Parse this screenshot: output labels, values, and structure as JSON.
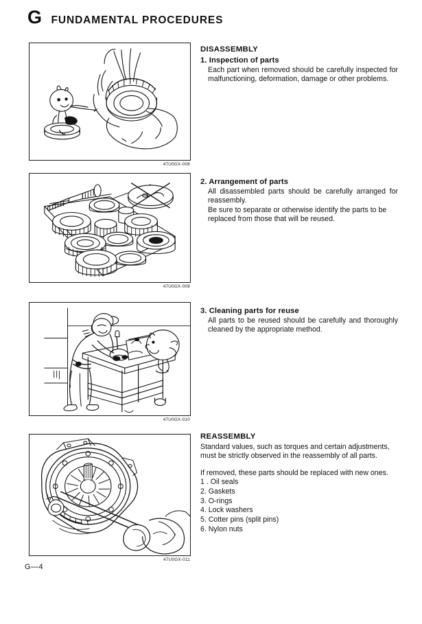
{
  "header": {
    "section_letter": "G",
    "title": "FUNDAMENTAL PROCEDURES"
  },
  "figures": [
    {
      "name": "inspection-of-parts-illustration",
      "caption": "47U0GX-008",
      "alt": "Hands holding and inspecting a tapered roller bearing, with a cartoon mascot character pointing at a bearing on a stand"
    },
    {
      "name": "arrangement-of-parts-illustration",
      "caption": "47U0GX-009",
      "alt": "Transmission gears, bearings and shaft laid out in order on a flat tray, next to a crossed-out parts dish"
    },
    {
      "name": "cleaning-parts-illustration",
      "caption": "47U0GX-010",
      "alt": "Technician bent over a workbench cleaning parts in a parts washer, with a cartoon mascot watching"
    },
    {
      "name": "reassembly-illustration",
      "caption": "47U0GX-011",
      "alt": "Hand using a torque wrench on a clutch pressure plate mounted to a transmission bellhousing"
    }
  ],
  "sections": [
    {
      "heading": "DISASSEMBLY",
      "subheading": "1. Inspection of parts",
      "body": "Each part when removed should be carefully inspected for malfunctioning, deformation, damage or other problems."
    },
    {
      "heading": "",
      "subheading": "2. Arrangement of parts",
      "body": "All disassembled parts should be carefully arranged for reassembly.",
      "body2": "Be sure to separate or otherwise identify the parts to be replaced from those that will be reused."
    },
    {
      "heading": "",
      "subheading": "3. Cleaning parts for reuse",
      "body": "All parts to be reused should be carefully and thoroughly cleaned by the appropriate method."
    },
    {
      "heading": "REASSEMBLY",
      "subheading": "",
      "body": "Standard values, such as torques and certain adjustments, must be strictly observed in the reassembly of all parts.",
      "body2": "If removed, these parts should be replaced with new ones.",
      "list": [
        "1 . Oil seals",
        "2. Gaskets",
        "3. O-rings",
        "4. Lock washers",
        "5. Cotter pins (split pins)",
        "6. Nylon nuts"
      ]
    }
  ],
  "footer": {
    "page_number": "G—4"
  },
  "colors": {
    "ink": "#101010",
    "paper": "#ffffff",
    "frame": "#1b1b1b"
  }
}
